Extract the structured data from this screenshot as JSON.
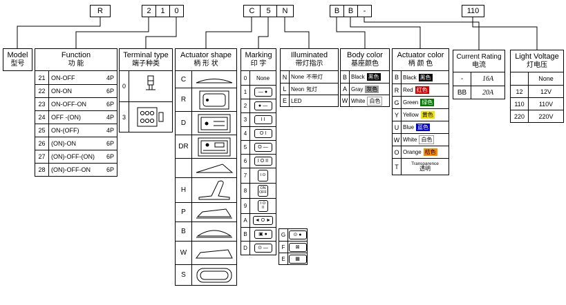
{
  "code": {
    "model": [
      "R"
    ],
    "function": [
      "2",
      "1",
      "0"
    ],
    "actuator": [
      "C",
      "5",
      "N"
    ],
    "colors": [
      "B",
      "B",
      "-"
    ],
    "voltage": [
      "110"
    ]
  },
  "model": {
    "title": "Model",
    "subtitle": "型号"
  },
  "function": {
    "title": "Function",
    "subtitle": "功  能",
    "rows": [
      {
        "code": "21",
        "label": "ON-OFF",
        "poles": "4P"
      },
      {
        "code": "22",
        "label": "ON-ON",
        "poles": "6P"
      },
      {
        "code": "23",
        "label": "ON-OFF-ON",
        "poles": "6P"
      },
      {
        "code": "24",
        "label": "OFF -(ON)",
        "poles": "4P"
      },
      {
        "code": "25",
        "label": "ON-(OFF)",
        "poles": "4P"
      },
      {
        "code": "26",
        "label": "(ON)-ON",
        "poles": "6P"
      },
      {
        "code": "27",
        "label": "(ON)-OFF-(ON)",
        "poles": "6P"
      },
      {
        "code": "28",
        "label": "(ON)-OFF-ON",
        "poles": "6P"
      }
    ]
  },
  "terminal": {
    "title": "Terminal type",
    "subtitle": "端子种类",
    "rows": [
      {
        "code": "0",
        "icon": "terminal-lug-icon"
      },
      {
        "code": "3",
        "icon": "terminal-pcb-icon"
      }
    ]
  },
  "actuator": {
    "title": "Actuator shape",
    "subtitle": "柄 形 状",
    "rows": [
      {
        "code": "C",
        "icon": "actuator-c-icon"
      },
      {
        "code": "R",
        "icon": "actuator-r-icon"
      },
      {
        "code": "D",
        "icon": "actuator-d-icon"
      },
      {
        "code": "DR",
        "icon": "actuator-dr-icon"
      },
      {
        "code": "",
        "icon": "actuator-wedge-icon"
      },
      {
        "code": "H",
        "icon": "actuator-h-icon"
      },
      {
        "code": "P",
        "icon": "actuator-p-icon"
      },
      {
        "code": "B",
        "icon": "actuator-b-icon"
      },
      {
        "code": "W",
        "icon": "actuator-w-icon"
      },
      {
        "code": "S",
        "icon": "actuator-s-icon"
      }
    ]
  },
  "marking": {
    "title": "Marking",
    "subtitle": "印  字",
    "rows": [
      {
        "code": "0",
        "glyph": "None"
      },
      {
        "code": "1",
        "glyph": "— ●"
      },
      {
        "code": "2",
        "glyph": "● —"
      },
      {
        "code": "3",
        "glyph": "I I"
      },
      {
        "code": "4",
        "glyph": "O I"
      },
      {
        "code": "5",
        "glyph": "O —"
      },
      {
        "code": "6",
        "glyph": "I O II"
      },
      {
        "code": "7",
        "glyph": "I O"
      },
      {
        "code": "8",
        "glyph": "ON OFF"
      },
      {
        "code": "9",
        "glyph": "I O II"
      },
      {
        "code": "A",
        "glyph": "◄ O ►"
      },
      {
        "code": "B",
        "glyph": "▣ ●"
      },
      {
        "code": "D",
        "glyph": "⊙ —"
      }
    ],
    "extra": [
      {
        "code": "G",
        "glyph": "⊙ ●"
      },
      {
        "code": "F",
        "glyph": "⊠"
      },
      {
        "code": "E",
        "glyph": "▦"
      }
    ]
  },
  "illuminated": {
    "title": "Illuminated",
    "subtitle": "带灯指示",
    "rows": [
      {
        "code": "N",
        "label": "None",
        "cn": "不带灯"
      },
      {
        "code": "L",
        "label": "Neon",
        "cn": "氖灯"
      },
      {
        "code": "E",
        "label": "LED",
        "cn": ""
      }
    ]
  },
  "body_color": {
    "title": "Body color",
    "subtitle": "基座颜色",
    "rows": [
      {
        "code": "B",
        "label": "Black",
        "cn": "黑色",
        "chip": {
          "bg": "#000000",
          "fg": "#ffffff"
        }
      },
      {
        "code": "A",
        "label": "Gray",
        "cn": "灰色",
        "chip": {
          "bg": "#9c9c9c",
          "fg": "#000000"
        }
      },
      {
        "code": "W",
        "label": "White",
        "cn": "白色",
        "chip": {
          "bg": "#ffffff",
          "fg": "#000000",
          "outline": true
        }
      }
    ]
  },
  "actuator_color": {
    "title": "Actuator color",
    "subtitle": "柄 颜 色",
    "rows": [
      {
        "code": "B",
        "label": "Black",
        "cn": "黑色",
        "chip": {
          "bg": "#000000",
          "fg": "#ffffff"
        }
      },
      {
        "code": "R",
        "label": "Red",
        "cn": "红色",
        "chip": {
          "bg": "#d40000",
          "fg": "#ffffff"
        }
      },
      {
        "code": "G",
        "label": "Green",
        "cn": "绿色",
        "chip": {
          "bg": "#007a00",
          "fg": "#ffffff"
        }
      },
      {
        "code": "Y",
        "label": "Yellow",
        "cn": "黄色",
        "chip": {
          "bg": "#f2e400",
          "fg": "#000000"
        }
      },
      {
        "code": "U",
        "label": "Blue",
        "cn": "蓝色",
        "chip": {
          "bg": "#0000cc",
          "fg": "#ffffff"
        }
      },
      {
        "code": "W",
        "label": "White",
        "cn": "白色",
        "chip": {
          "bg": "#ffffff",
          "fg": "#000000",
          "outline": true
        }
      },
      {
        "code": "O",
        "label": "Orange",
        "cn": "桔色",
        "chip": {
          "bg": "#ff8800",
          "fg": "#000000"
        }
      },
      {
        "code": "T",
        "label": "Transparence",
        "cn": "透明"
      }
    ]
  },
  "current": {
    "title": "Current Rating",
    "subtitle": "电流",
    "rows": [
      {
        "code": "-",
        "label": "16A"
      },
      {
        "code": "BB",
        "label": "20A"
      }
    ]
  },
  "voltage": {
    "title": "Light Voltage",
    "subtitle": "灯电压",
    "rows": [
      {
        "code": "",
        "label": "None"
      },
      {
        "code": "12",
        "label": "12V"
      },
      {
        "code": "110",
        "label": "110V"
      },
      {
        "code": "220",
        "label": "220V"
      }
    ]
  }
}
